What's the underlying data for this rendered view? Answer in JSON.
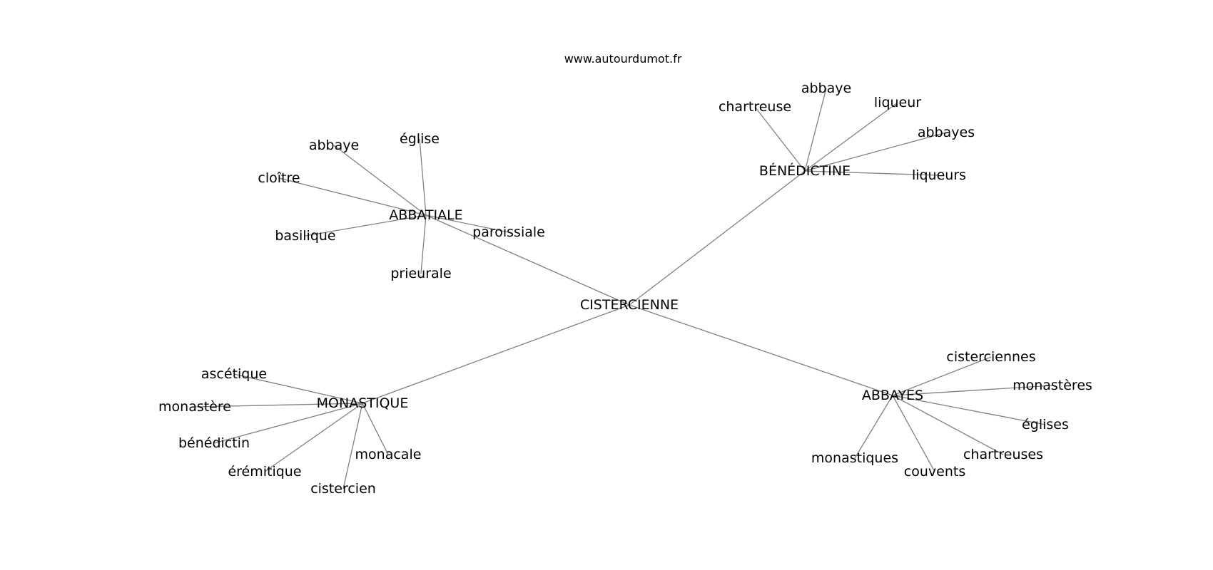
{
  "source_label": "www.autourdumot.fr",
  "edge_color": "#808080",
  "text_color": "#000000",
  "nodes": [
    {
      "id": "cistercienne",
      "label": "CISTERCIENNE"
    },
    {
      "id": "abbatiale",
      "label": "ABBATIALE"
    },
    {
      "id": "benedictine",
      "label": "BÉNÉDICTINE"
    },
    {
      "id": "monastique",
      "label": "MONASTIQUE"
    },
    {
      "id": "abbayes",
      "label": "ABBAYES"
    },
    {
      "id": "abbaye-1",
      "label": "abbaye"
    },
    {
      "id": "eglise",
      "label": "église"
    },
    {
      "id": "cloitre",
      "label": "cloître"
    },
    {
      "id": "basilique",
      "label": "basilique"
    },
    {
      "id": "paroissiale",
      "label": "paroissiale"
    },
    {
      "id": "prieurale",
      "label": "prieurale"
    },
    {
      "id": "chartreuse",
      "label": "chartreuse"
    },
    {
      "id": "abbaye-2",
      "label": "abbaye"
    },
    {
      "id": "liqueur",
      "label": "liqueur"
    },
    {
      "id": "abbayes-2",
      "label": "abbayes"
    },
    {
      "id": "liqueurs",
      "label": "liqueurs"
    },
    {
      "id": "ascetique",
      "label": "ascétique"
    },
    {
      "id": "monastere",
      "label": "monastère"
    },
    {
      "id": "benedictin",
      "label": "bénédictin"
    },
    {
      "id": "eremitique",
      "label": "érémitique"
    },
    {
      "id": "cistercien",
      "label": "cistercien"
    },
    {
      "id": "monacale",
      "label": "monacale"
    },
    {
      "id": "cisterciennes",
      "label": "cisterciennes"
    },
    {
      "id": "monasteres",
      "label": "monastères"
    },
    {
      "id": "eglises",
      "label": "églises"
    },
    {
      "id": "chartreuses",
      "label": "chartreuses"
    },
    {
      "id": "couvents",
      "label": "couvents"
    },
    {
      "id": "monastiques",
      "label": "monastiques"
    }
  ],
  "edges": [
    [
      "cistercienne",
      "abbatiale"
    ],
    [
      "cistercienne",
      "benedictine"
    ],
    [
      "cistercienne",
      "monastique"
    ],
    [
      "cistercienne",
      "abbayes"
    ],
    [
      "abbatiale",
      "abbaye-1"
    ],
    [
      "abbatiale",
      "eglise"
    ],
    [
      "abbatiale",
      "cloitre"
    ],
    [
      "abbatiale",
      "basilique"
    ],
    [
      "abbatiale",
      "paroissiale"
    ],
    [
      "abbatiale",
      "prieurale"
    ],
    [
      "benedictine",
      "chartreuse"
    ],
    [
      "benedictine",
      "abbaye-2"
    ],
    [
      "benedictine",
      "liqueur"
    ],
    [
      "benedictine",
      "abbayes-2"
    ],
    [
      "benedictine",
      "liqueurs"
    ],
    [
      "monastique",
      "ascetique"
    ],
    [
      "monastique",
      "monastere"
    ],
    [
      "monastique",
      "benedictin"
    ],
    [
      "monastique",
      "eremitique"
    ],
    [
      "monastique",
      "cistercien"
    ],
    [
      "monastique",
      "monacale"
    ],
    [
      "abbayes",
      "cisterciennes"
    ],
    [
      "abbayes",
      "monasteres"
    ],
    [
      "abbayes",
      "eglises"
    ],
    [
      "abbayes",
      "chartreuses"
    ],
    [
      "abbayes",
      "couvents"
    ],
    [
      "abbayes",
      "monastiques"
    ]
  ]
}
